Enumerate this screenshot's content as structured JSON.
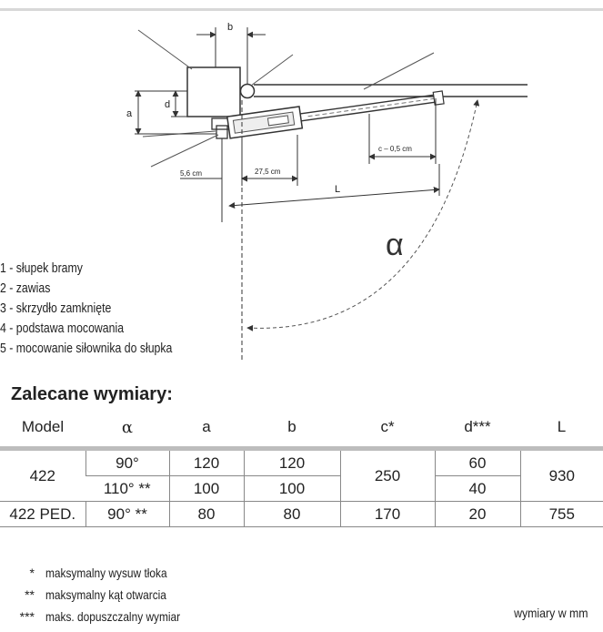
{
  "diagram": {
    "dim_b": "b",
    "dim_a": "a",
    "dim_d": "d",
    "dim_L": "L",
    "dim_56": "5,6 cm",
    "dim_275": "27,5 cm",
    "dim_c": "c – 0,5 cm",
    "angle": "α"
  },
  "legend": [
    "1 - słupek bramy",
    "2 - zawias",
    "3 - skrzydło zamknięte",
    "4 - podstawa mocowania",
    "5 - mocowanie siłownika do słupka"
  ],
  "section_title": "Zalecane wymiary:",
  "table": {
    "headers": [
      "Model",
      "α",
      "a",
      "b",
      "c*",
      "d***",
      "L"
    ],
    "rows": {
      "r422": {
        "model": "422",
        "alpha1": "90°",
        "a1": "120",
        "b1": "120",
        "c": "250",
        "d1": "60",
        "L": "930",
        "alpha2": "110° **",
        "a2": "100",
        "b2": "100",
        "d2": "40"
      },
      "r422ped": {
        "model": "422 PED.",
        "alpha": "90° **",
        "a": "80",
        "b": "80",
        "c": "170",
        "d": "20",
        "L": "755"
      }
    }
  },
  "notes": [
    {
      "mark": "*",
      "text": "maksymalny wysuw tłoka"
    },
    {
      "mark": "**",
      "text": "maksymalny kąt otwarcia"
    },
    {
      "mark": "***",
      "text": "maks. dopuszczalny wymiar"
    }
  ],
  "units_note": "wymiary w mm"
}
